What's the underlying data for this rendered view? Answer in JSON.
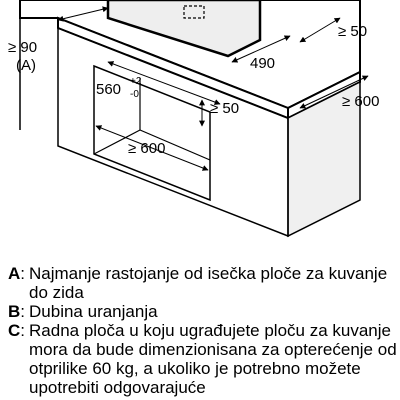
{
  "diagram": {
    "dims": {
      "side_clearance": "≥ 90",
      "back_clearance": "≥ 50",
      "cutout_depth": "490",
      "cutout_width_base": "560",
      "cutout_width_tol_plus": "+2",
      "cutout_width_tol_minus": "-0",
      "front_clearance": "≥ 50",
      "cabinet_depth": "≥ 600",
      "inner_width": "≥ 600"
    },
    "marker_a": "(A)"
  },
  "legend": [
    {
      "key": "A",
      "text": "Najmanje rastojanje od isečka ploče za kuvanje do zida"
    },
    {
      "key": "B",
      "text": "Dubina uranjanja"
    },
    {
      "key": "C",
      "text": "Radna ploča u koju ugrađujete ploču za kuvanje mora da bude dimenzionisana za opterećenje od otprilike 60 kg, a ukoliko je potrebno možete upotrebiti odgovarajuće"
    }
  ]
}
